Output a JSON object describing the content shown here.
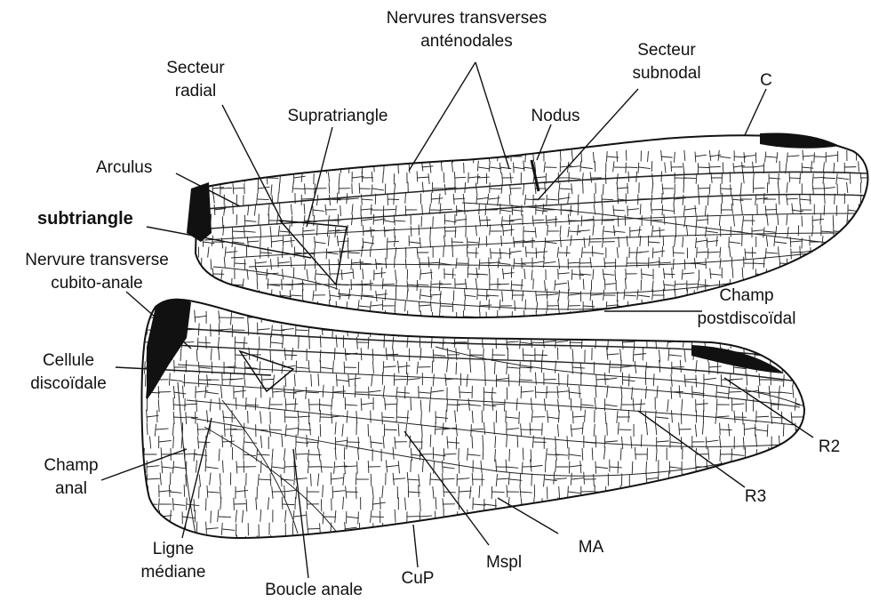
{
  "labels": {
    "nervures_transverses": [
      "Nervures transverses",
      "anténodales"
    ],
    "secteur_subnodal": [
      "Secteur",
      "subnodal"
    ],
    "secteur_radial": [
      "Secteur",
      "radial"
    ],
    "supratriangle": "Supratriangle",
    "nodus": "Nodus",
    "c": "C",
    "arculus": "Arculus",
    "subtriangle": "subtriangle",
    "nervure_cubito_anale": [
      "Nervure transverse",
      "cubito-anale"
    ],
    "champ_postdiscoidal": [
      "Champ",
      "postdiscoïdal"
    ],
    "cellule_discoidale": [
      "Cellule",
      "discoïdale"
    ],
    "champ_anal": [
      "Champ",
      "anal"
    ],
    "r2": "R2",
    "r3": "R3",
    "ligne_mediane": [
      "Ligne",
      "médiane"
    ],
    "ma": "MA",
    "mspl": "Mspl",
    "cup": "CuP",
    "boucle_anale": "Boucle anale"
  }
}
